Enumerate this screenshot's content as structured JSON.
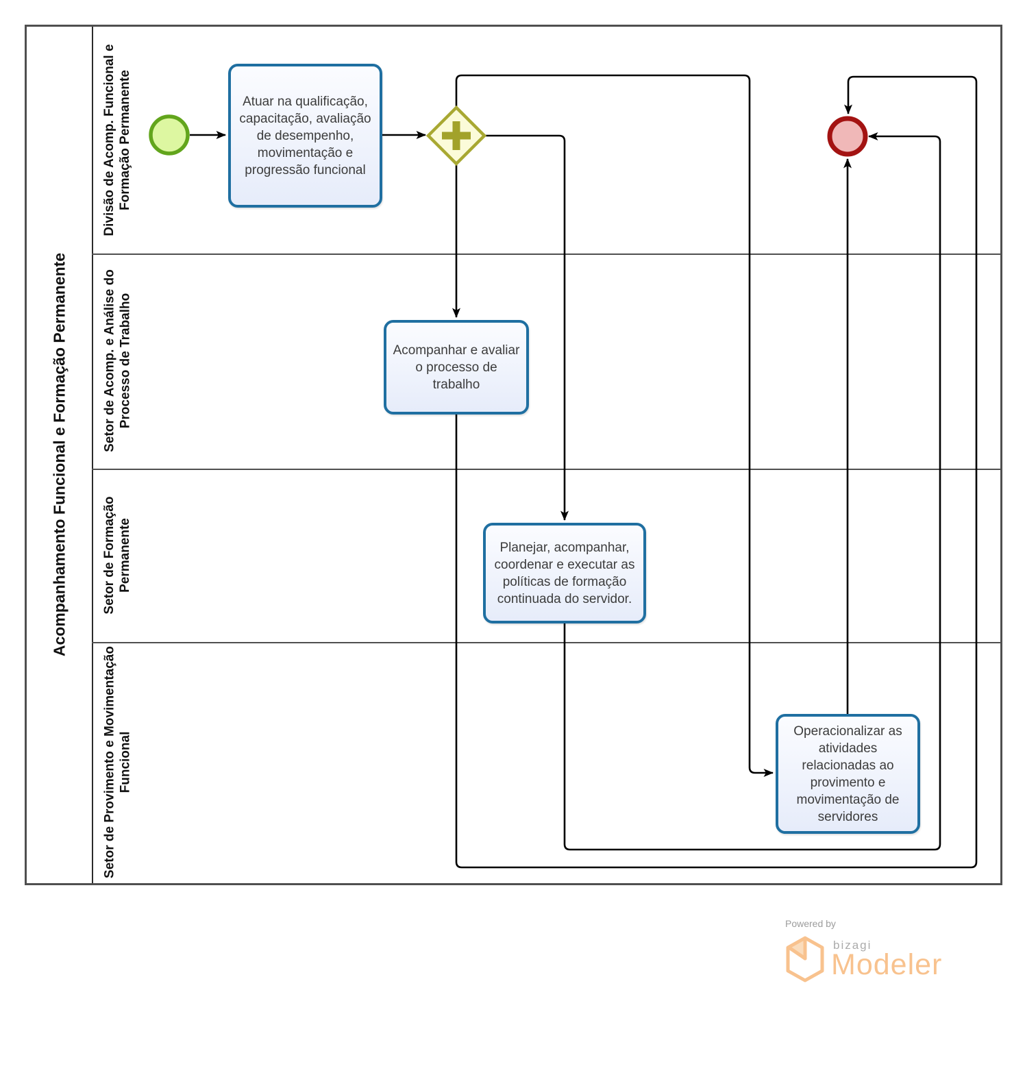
{
  "pool": {
    "title": "Acompanhamento Funcional e Formação Permanente",
    "lanes": [
      {
        "label": "Divisão de Acomp. Funcional e Formação Permanente"
      },
      {
        "label": "Setor de Acomp. e Análise do Processo de Trabalho"
      },
      {
        "label": "Setor de Formação Permanente"
      },
      {
        "label": "Setor de Provimento e Movimentação Funcional"
      }
    ]
  },
  "tasks": {
    "atuar": {
      "label": "Atuar na qualificação, capacitação, avaliação de desempenho, movimentação e progressão funcional"
    },
    "acompanhar": {
      "label": "Acompanhar e avaliar o processo de trabalho"
    },
    "planejar": {
      "label": "Planejar, acompanhar, coordenar e executar as políticas de formação continuada do servidor."
    },
    "operacionalizar": {
      "label": "Operacionalizar as atividades relacionadas ao provimento e movimentação de servidores"
    }
  },
  "events": {
    "start": "start-event",
    "end": "end-event",
    "gateway": "parallel-gateway"
  },
  "footer": {
    "powered_by": "Powered by",
    "brand": "bizagi",
    "product": "Modeler"
  },
  "colors": {
    "task_border": "#1F6FA1",
    "task_fill_bottom": "#E6ECFA",
    "start_border": "#62A51C",
    "start_fill": "#DDF7A1",
    "gateway_border": "#A8A832",
    "gateway_fill": "#FBFBD9",
    "gateway_cross": "#A2A22A",
    "end_border": "#A31312",
    "end_fill": "#F0B8B8",
    "flow_line": "#000000",
    "pool_line": "#4F4F4F",
    "brand_orange": "#F8C28E"
  }
}
